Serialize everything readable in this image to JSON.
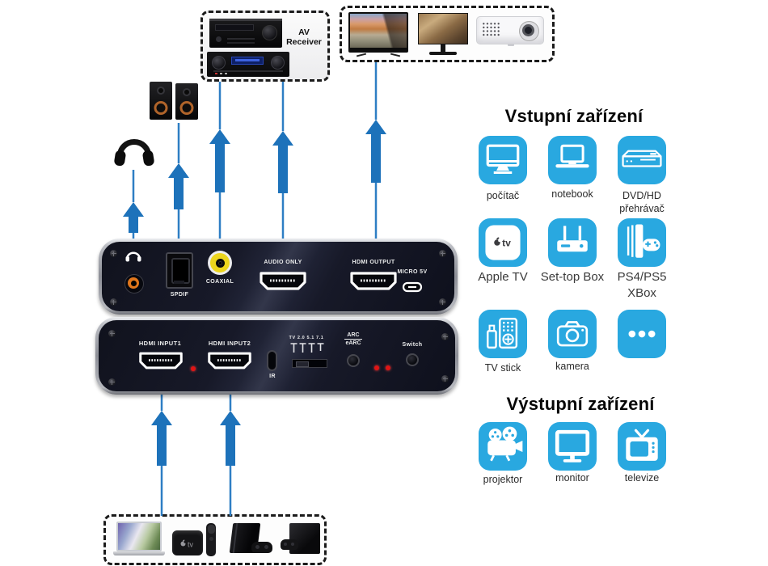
{
  "titles": {
    "inputs": "Vstupní zařízení",
    "outputs": "Výstupní zařízení"
  },
  "av_group": {
    "label": "AV Receiver"
  },
  "apple_tv": {
    "logo_text": "tv"
  },
  "top_panel": {
    "spdif": "SPDIF",
    "coaxial": "COAXIAL",
    "audio_only": "AUDIO ONLY",
    "hdmi_output": "HDMI OUTPUT",
    "micro_usb": "MICRO 5V"
  },
  "bottom_panel": {
    "hdmi_input1": "HDMI INPUT1",
    "hdmi_input2": "HDMI INPUT2",
    "ir": "IR",
    "dip_label": "TV 2.0 5.1 7.1",
    "arc": "ARC",
    "earc": "eARC",
    "switch": "Switch"
  },
  "input_devices": [
    {
      "line1": "počítač",
      "line2": "",
      "icon": "desktop-computer-icon"
    },
    {
      "line1": "notebook",
      "line2": "",
      "icon": "laptop-icon"
    },
    {
      "line1": "DVD/HD",
      "line2": "přehrávač",
      "icon": "dvd-player-icon"
    },
    {
      "line1": "Apple TV",
      "line2": "",
      "icon": "apple-tv-icon"
    },
    {
      "line1": "Set-top Box",
      "line2": "",
      "icon": "set-top-box-icon"
    },
    {
      "line1": "PS4/PS5",
      "line2": "XBox",
      "icon": "game-console-icon"
    },
    {
      "line1": "TV stick",
      "line2": "",
      "icon": "tv-stick-icon"
    },
    {
      "line1": "kamera",
      "line2": "",
      "icon": "camera-icon"
    },
    {
      "line1": "",
      "line2": "",
      "icon": "more-devices-icon"
    }
  ],
  "output_devices": [
    {
      "line1": "projektor",
      "icon": "film-projector-icon"
    },
    {
      "line1": "monitor",
      "icon": "monitor-icon"
    },
    {
      "line1": "televize",
      "icon": "retro-tv-icon"
    }
  ],
  "colors": {
    "icon_blue": "#29a8e0",
    "arrow_blue": "#1d72ba",
    "panel_face": "#171928",
    "jack_orange": "#e0761c",
    "coax_yellow": "#ecd51c",
    "led_red": "#e01414"
  }
}
